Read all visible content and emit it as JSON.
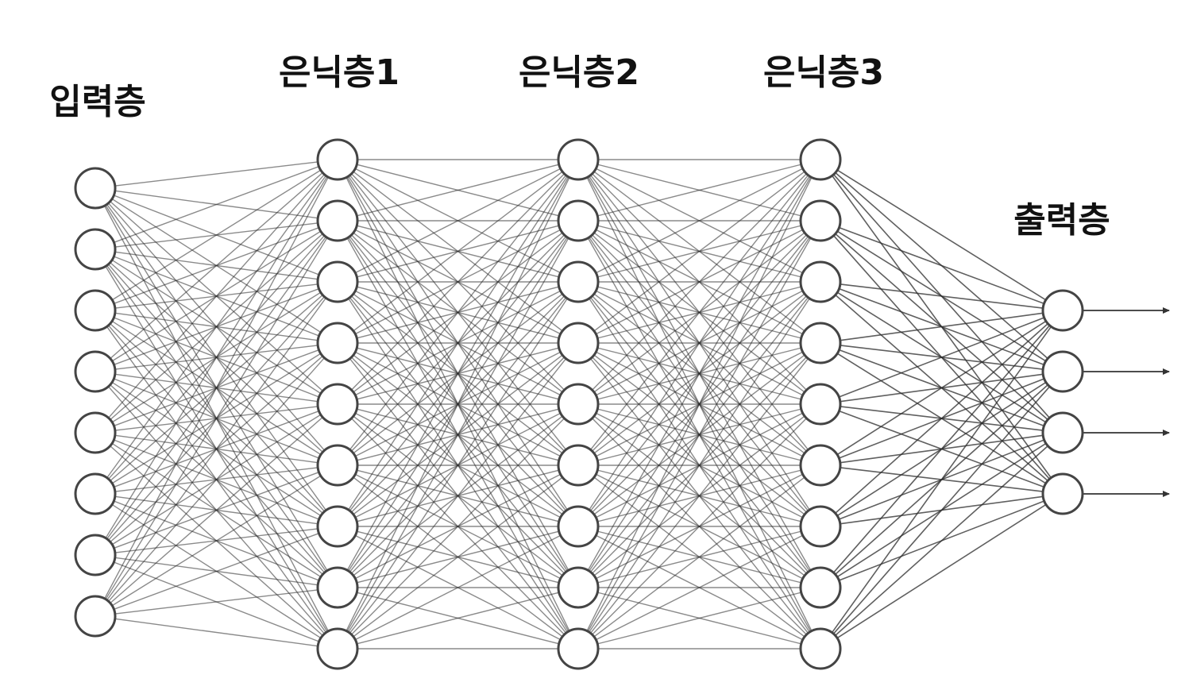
{
  "layers": [
    {
      "name": "입력층",
      "neurons": 8
    },
    {
      "name": "은닉층1",
      "neurons": 9
    },
    {
      "name": "은닉층2",
      "neurons": 9
    },
    {
      "name": "은닉층3",
      "neurons": 9
    },
    {
      "name": "출력층",
      "neurons": 4
    }
  ],
  "connectivity": "fully-connected",
  "output_arrows": 4,
  "colors": {
    "background": "#ffffff",
    "edge": "#2a2a2a",
    "neuron_stroke": "#444444",
    "neuron_fill": "#ffffff",
    "label": "#111111"
  }
}
